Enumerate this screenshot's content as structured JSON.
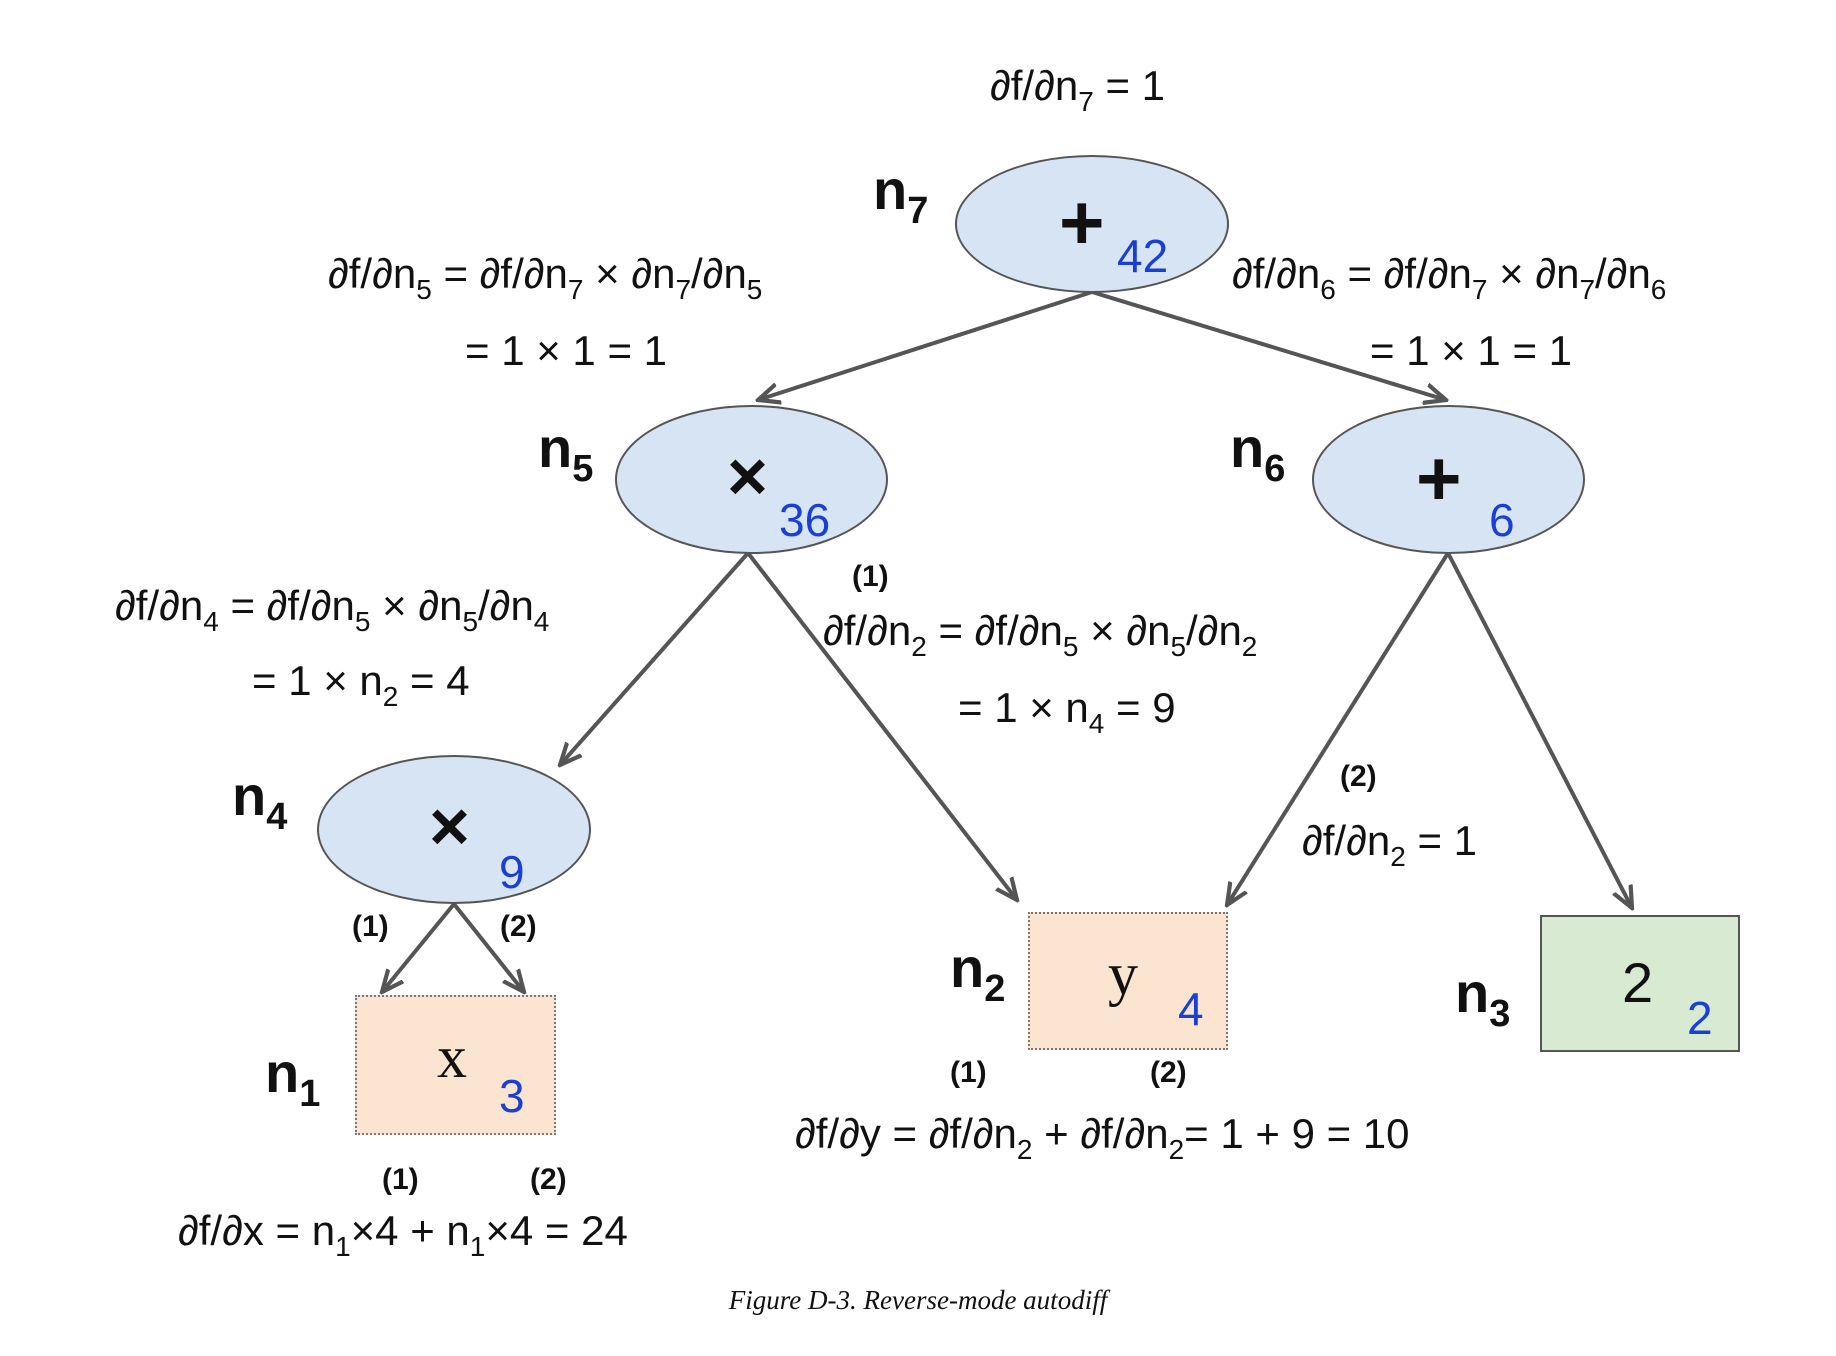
{
  "nodes": {
    "n7": {
      "label": "n",
      "index": "7",
      "op": "+",
      "value": "42"
    },
    "n5": {
      "label": "n",
      "index": "5",
      "op": "×",
      "value": "36"
    },
    "n6": {
      "label": "n",
      "index": "6",
      "op": "+",
      "value": "6"
    },
    "n4": {
      "label": "n",
      "index": "4",
      "op": "×",
      "value": "9"
    },
    "n1": {
      "label": "n",
      "index": "1",
      "symbol": "x",
      "value": "3"
    },
    "n2": {
      "label": "n",
      "index": "2",
      "symbol": "y",
      "value": "4"
    },
    "n3": {
      "label": "n",
      "index": "3",
      "symbol": "2",
      "value": "2"
    }
  },
  "edges": [
    {
      "from": "n7",
      "to": "n5"
    },
    {
      "from": "n7",
      "to": "n6"
    },
    {
      "from": "n5",
      "to": "n4"
    },
    {
      "from": "n5",
      "to": "n2"
    },
    {
      "from": "n6",
      "to": "n2"
    },
    {
      "from": "n6",
      "to": "n3"
    },
    {
      "from": "n4",
      "to": "n1",
      "tag": "(1)"
    },
    {
      "from": "n4",
      "to": "n1",
      "tag": "(2)"
    }
  ],
  "tags": {
    "one": "(1)",
    "two": "(2)"
  },
  "equations": {
    "top": {
      "a": "∂f/∂n",
      "a_sub": "7",
      "b": " = 1"
    },
    "n5_line1": {
      "a": "∂f/∂n",
      "a_sub": "5",
      "b": " = ∂f/∂n",
      "b_sub": "7",
      "c": " ×  ∂n",
      "c_sub": "7",
      "d": "/∂n",
      "d_sub": "5"
    },
    "n5_line2": "= 1 × 1 = 1",
    "n6_line1": {
      "a": "∂f/∂n",
      "a_sub": "6",
      "b": " = ∂f/∂n",
      "b_sub": "7",
      "c": " ×  ∂n",
      "c_sub": "7",
      "d": "/∂n",
      "d_sub": "6"
    },
    "n6_line2": "= 1 × 1 = 1",
    "n4_line1": {
      "a": "∂f/∂n",
      "a_sub": "4",
      "b": " = ∂f/∂n",
      "b_sub": "5",
      "c": " ×  ∂n",
      "c_sub": "5",
      "d": "/∂n",
      "d_sub": "4"
    },
    "n4_line2": {
      "a": "= 1 × n",
      "a_sub": "2",
      "b": " = 4"
    },
    "n2a_line1": {
      "a": "∂f/∂n",
      "a_sub": "2",
      "b": " = ∂f/∂n",
      "b_sub": "5",
      "c": " ×  ∂n",
      "c_sub": "5",
      "d": "/∂n",
      "d_sub": "2"
    },
    "n2a_line2": {
      "a": "= 1 × n",
      "a_sub": "4",
      "b": " = 9"
    },
    "n2b": {
      "a": "∂f/∂n",
      "a_sub": "2",
      "b": " = 1"
    },
    "dy": {
      "a": "∂f/∂y = ∂f/∂n",
      "a_sub": "2",
      "b": " + ∂f/∂n",
      "b_sub": "2",
      "c": "= 1 + 9 = 10"
    },
    "dx": {
      "a": "∂f/∂x = n",
      "a_sub": "1",
      "b": "×4 + n",
      "b_sub": "1",
      "c": "×4 = 24"
    }
  },
  "caption": "Figure D-3. Reverse-mode autodiff",
  "colors": {
    "op_fill": "#d6e4f3",
    "var_fill": "#fbe5d0",
    "const_fill": "#d9ead3",
    "value_text": "#1a3fd6",
    "edge": "#555555"
  }
}
